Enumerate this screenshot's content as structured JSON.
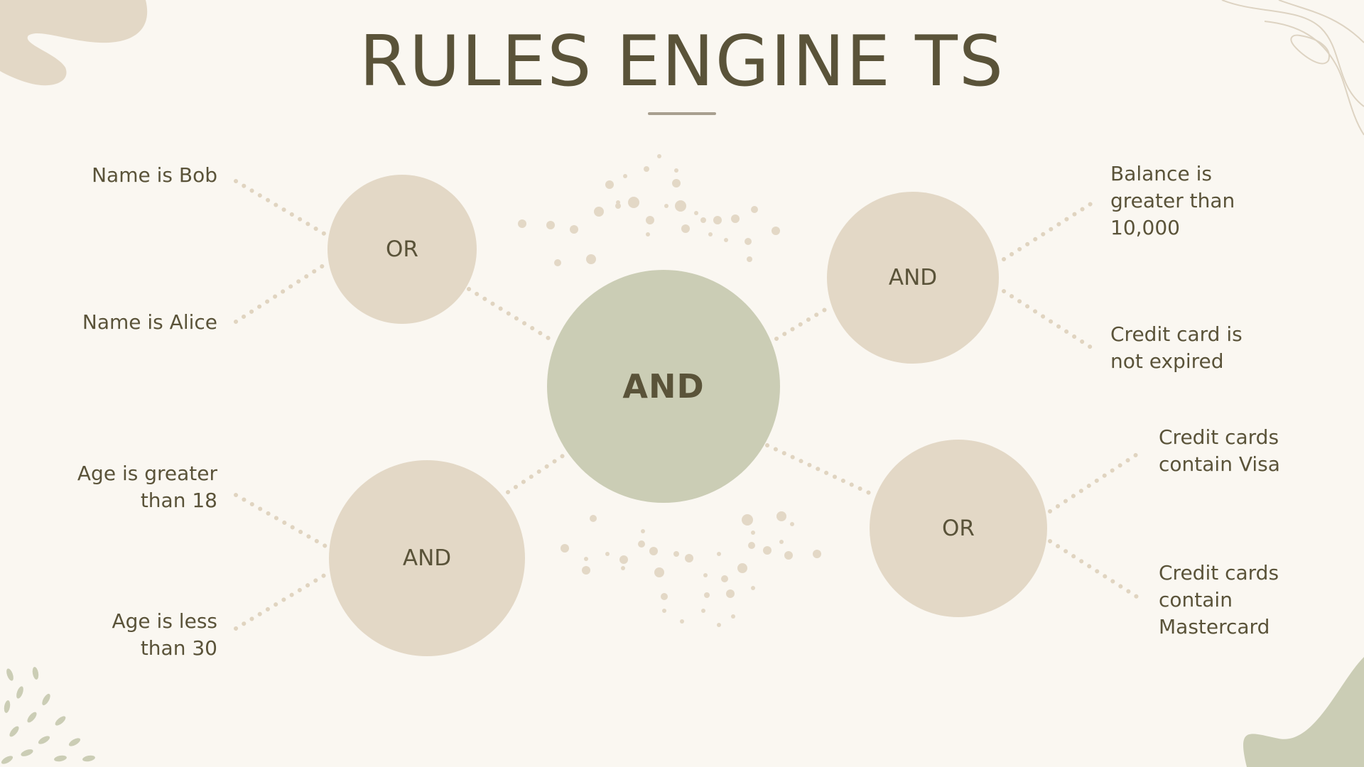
{
  "title": "RULES ENGINE TS",
  "colors": {
    "background": "#faf7f1",
    "text": "#5a5339",
    "node_fill": "#e3d8c6",
    "root_fill": "#cbcdb5",
    "connector": "#e0d4c0",
    "decor_beige": "#e3d8c6",
    "decor_sage": "#cbcdb5"
  },
  "diagram": {
    "root": {
      "label": "AND"
    },
    "groups": [
      {
        "id": "group-or-name",
        "label": "OR",
        "conditions": [
          "Name is Bob",
          "Name is Alice"
        ]
      },
      {
        "id": "group-and-age",
        "label": "AND",
        "conditions": [
          "Age is greater than 18",
          "Age is less than 30"
        ]
      },
      {
        "id": "group-and-balance",
        "label": "AND",
        "conditions": [
          "Balance is greater than 10,000",
          "Credit card is not expired"
        ]
      },
      {
        "id": "group-or-cards",
        "label": "OR",
        "conditions": [
          "Credit cards contain Visa",
          "Credit cards contain Mastercard"
        ]
      }
    ]
  }
}
